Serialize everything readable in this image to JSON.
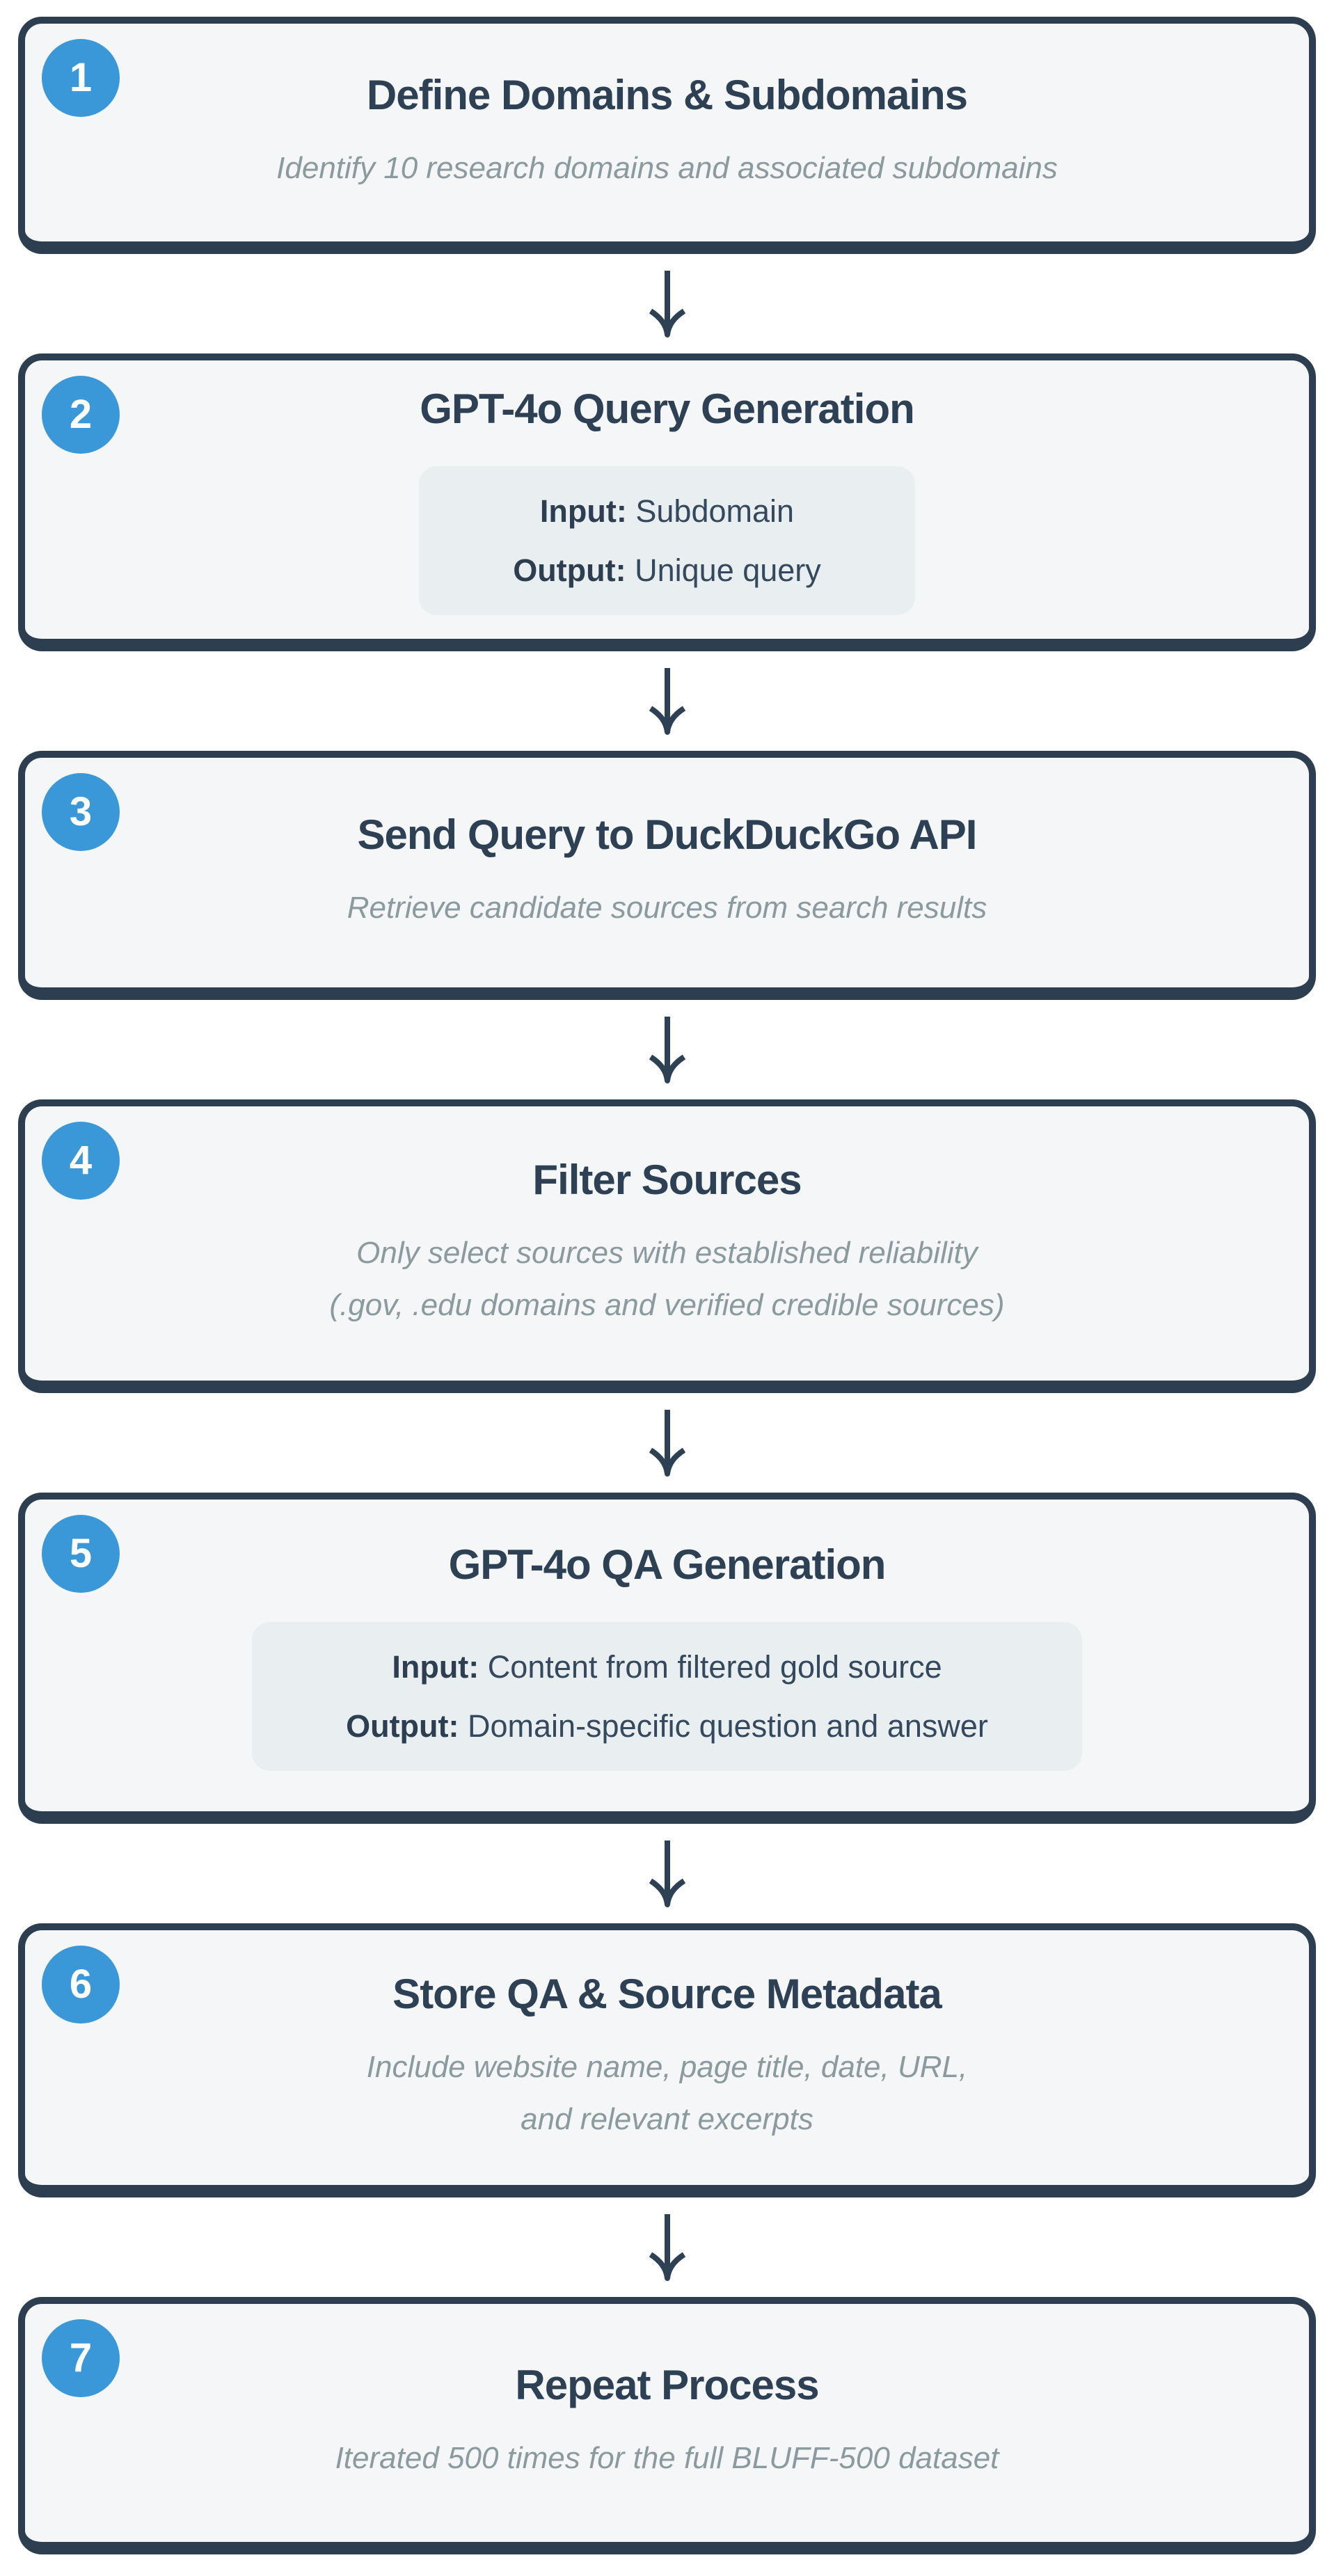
{
  "colors": {
    "accent_blue": "#3b98d8",
    "border_navy": "#2c3e50",
    "title_navy": "#2e4053",
    "subtitle_gray": "#8a9a9e",
    "box_background": "#f4f6f8",
    "panel_background": "#e9eef0",
    "io_text": "#34495e",
    "badge_text": "#ffffff"
  },
  "steps": [
    {
      "num": "1",
      "title": "Define Domains & Subdomains",
      "subtitle": "Identify 10 research domains and associated subdomains"
    },
    {
      "num": "2",
      "title": "GPT-4o Query Generation",
      "io": {
        "input_label": "Input:",
        "input_value": "Subdomain",
        "output_label": "Output:",
        "output_value": "Unique query"
      }
    },
    {
      "num": "3",
      "title": "Send Query to DuckDuckGo API",
      "subtitle": "Retrieve candidate sources from search results"
    },
    {
      "num": "4",
      "title": "Filter Sources",
      "subtitle": "Only select sources with established reliability\n(.gov, .edu domains and verified credible sources)"
    },
    {
      "num": "5",
      "title": "GPT-4o QA Generation",
      "io": {
        "input_label": "Input:",
        "input_value": "Content from filtered gold source",
        "output_label": "Output:",
        "output_value": "Domain-specific question and answer"
      }
    },
    {
      "num": "6",
      "title": "Store QA & Source Metadata",
      "subtitle": "Include website name, page title, date, URL,\nand relevant excerpts"
    },
    {
      "num": "7",
      "title": "Repeat Process",
      "subtitle": "Iterated 500 times for the full BLUFF-500 dataset"
    }
  ]
}
